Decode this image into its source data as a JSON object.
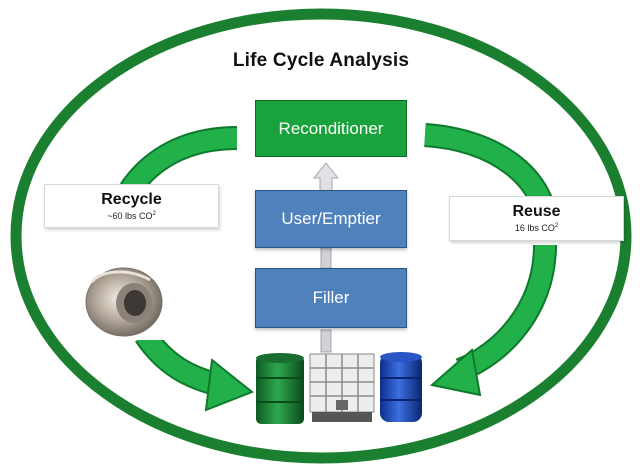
{
  "title": "Life Cycle Analysis",
  "nodes": {
    "reconditioner": "Reconditioner",
    "user_emptier": "User/Emptier",
    "filler": "Filler"
  },
  "recycle": {
    "label": "Recycle",
    "value": "~60 lbs CO",
    "superscript": "2"
  },
  "reuse": {
    "label": "Reuse",
    "value": "16 lbs CO",
    "superscript": "2"
  },
  "colors": {
    "ellipse": "#1a7f2e",
    "arrow": "#22b04a",
    "green_box": "#1aa23c",
    "blue_box": "#4f81bd"
  },
  "images": [
    "steel-coil-image",
    "steel-drum-image",
    "ibc-tote-image",
    "plastic-drum-image"
  ]
}
